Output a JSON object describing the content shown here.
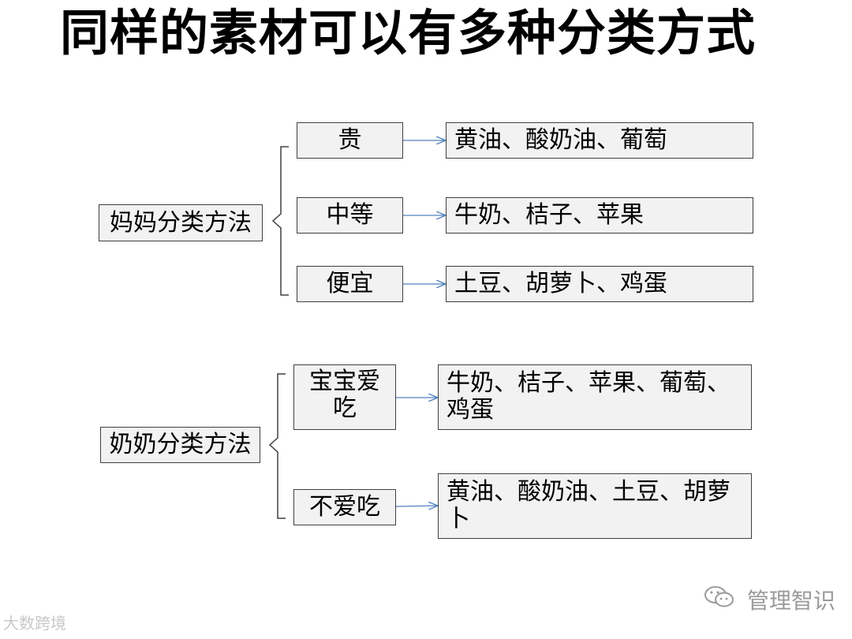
{
  "title": "同样的素材可以有多种分类方式",
  "groups": [
    {
      "label": "妈妈分类方法",
      "categories": [
        {
          "label": "贵",
          "items": "黄油、酸奶油、葡萄"
        },
        {
          "label": "中等",
          "items": "牛奶、桔子、苹果"
        },
        {
          "label": "便宜",
          "items": "土豆、胡萝卜、鸡蛋"
        }
      ]
    },
    {
      "label": "奶奶分类方法",
      "categories": [
        {
          "label_line1": "宝宝爱",
          "label_line2": "吃",
          "items_line1": "牛奶、桔子、苹果、葡萄、",
          "items_line2": "鸡蛋"
        },
        {
          "label": "不爱吃",
          "items_line1": "黄油、酸奶油、土豆、胡萝",
          "items_line2": "卜"
        }
      ]
    }
  ],
  "watermarks": {
    "left": "大数跨境",
    "right": "管理智识"
  },
  "colors": {
    "box_fill": "#f2f2f2",
    "box_border": "#3f3f3f",
    "arrow": "#4f81bd",
    "bracket": "#404040"
  }
}
